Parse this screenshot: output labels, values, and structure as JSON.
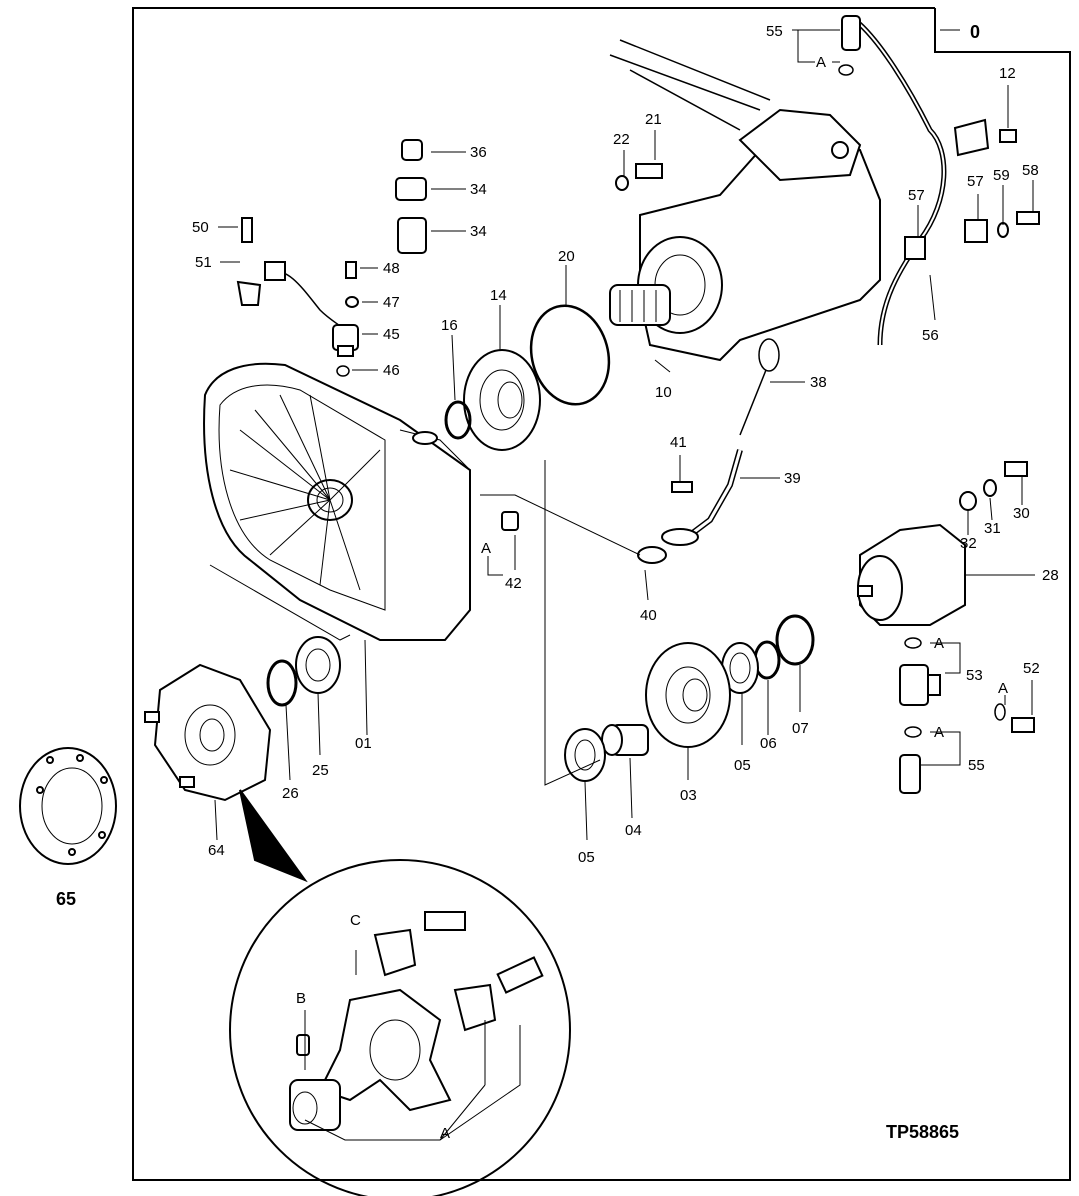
{
  "figure": {
    "ref_code": "TP58865",
    "frame_label": "0",
    "outside_label": "65",
    "callouts": {
      "c01": "01",
      "c03": "03",
      "c04": "04",
      "c05a": "05",
      "c05b": "05",
      "c06": "06",
      "c07": "07",
      "c10": "10",
      "c12": "12",
      "c14": "14",
      "c16": "16",
      "c20": "20",
      "c21": "21",
      "c22": "22",
      "c25": "25",
      "c26": "26",
      "c28": "28",
      "c30": "30",
      "c31": "31",
      "c32": "32",
      "c34a": "34",
      "c34b": "34",
      "c36": "36",
      "c38": "38",
      "c39": "39",
      "c40": "40",
      "c41": "41",
      "c42": "42",
      "c45": "45",
      "c46": "46",
      "c47": "47",
      "c48": "48",
      "c50": "50",
      "c51": "51",
      "c52": "52",
      "c53": "53",
      "c55a": "55",
      "c55b": "55",
      "c56": "56",
      "c57a": "57",
      "c57b": "57",
      "c58": "58",
      "c59": "59",
      "c64": "64"
    },
    "letters": {
      "a_top": "A",
      "a_42": "A",
      "a_53": "A",
      "a_52": "A",
      "a_55": "A",
      "detail_a": "A",
      "detail_b": "B",
      "detail_c": "C"
    }
  }
}
